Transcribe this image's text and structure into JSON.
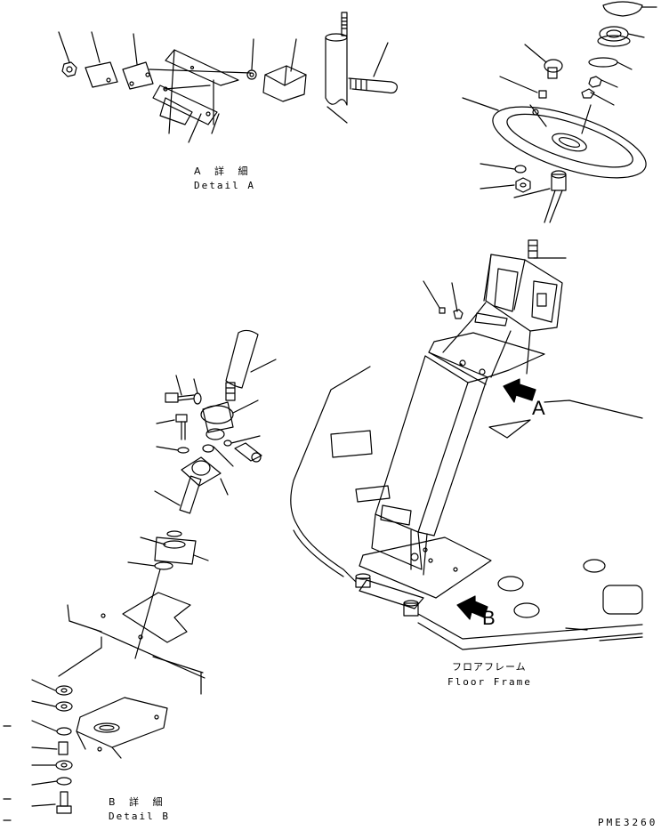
{
  "detail_a": {
    "jp": "A 詳 細",
    "en": "Detail A"
  },
  "detail_b": {
    "jp": "B 詳 細",
    "en": "Detail B"
  },
  "floor_frame": {
    "jp": "フロアフレーム",
    "en": "Floor Frame"
  },
  "view_arrows": {
    "a": "A",
    "b": "B"
  },
  "drawing_code": "PME3260"
}
